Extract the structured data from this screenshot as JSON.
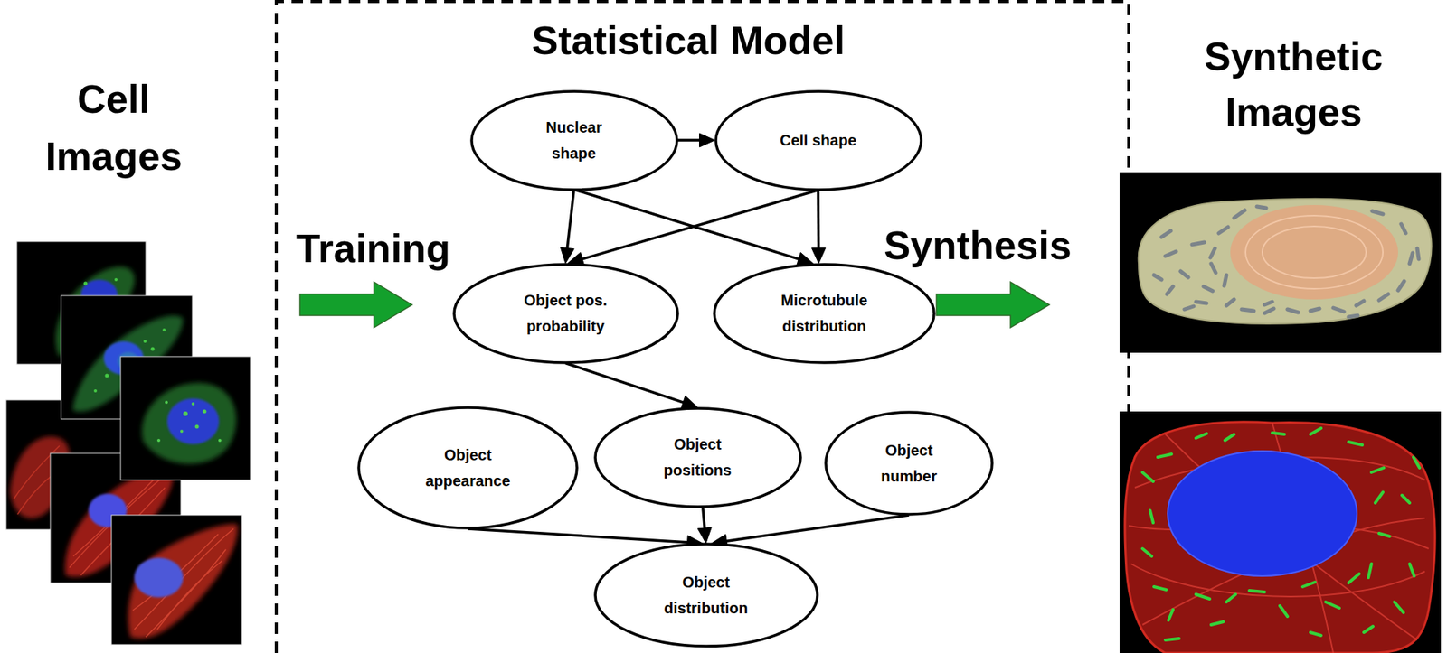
{
  "diagram": {
    "nodes": [
      {
        "text": [
          "Statistical Model"
        ]
      },
      {
        "text": [
          "Nuclear shape"
        ],
        "in": 0
      },
      {
        "text": [
          "Cell shape"
        ],
        "in": 0
      },
      {
        "text": [
          "Object pos. probability"
        ],
        "in": 0
      },
      {
        "text": [
          "Microtubule distribution"
        ],
        "in": 0
      },
      {
        "text": [
          "Object appearance"
        ],
        "in": 0
      },
      {
        "text": [
          "Object positions"
        ],
        "in": 0
      },
      {
        "text": [
          "Object number"
        ],
        "in": 0
      },
      {
        "text": [
          "Object distribution"
        ],
        "in": 0
      }
    ],
    "edges": [
      {
        "from": 1,
        "to": 2,
        "arrow": "to"
      },
      {
        "from": 1,
        "to": 3,
        "arrow": "to"
      },
      {
        "from": 1,
        "to": 4,
        "arrow": "to"
      },
      {
        "from": 2,
        "to": 3,
        "arrow": "to"
      },
      {
        "from": 2,
        "to": 4,
        "arrow": "to"
      },
      {
        "from": 3,
        "to": 6,
        "arrow": "to"
      },
      {
        "from": 5,
        "to": 8,
        "arrow": "to"
      },
      {
        "from": 6,
        "to": 8,
        "arrow": "to"
      },
      {
        "from": 7,
        "to": 8,
        "arrow": "to"
      }
    ],
    "labels": [
      "Cell Images",
      "Training",
      "Synthesis",
      "Synthetic Images"
    ]
  }
}
